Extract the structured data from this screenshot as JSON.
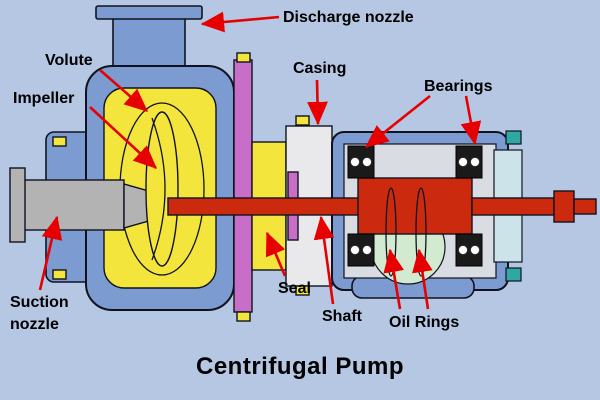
{
  "title": "Centrifugal Pump",
  "labels": {
    "discharge_nozzle": "Discharge nozzle",
    "volute": "Volute",
    "impeller": "Impeller",
    "casing": "Casing",
    "bearings": "Bearings",
    "seal": "Seal",
    "shaft": "Shaft",
    "oil_rings": "Oil Rings",
    "suction_nozzle": "Suction nozzle"
  },
  "colors": {
    "background": "#b5c7e3",
    "casing_blue": "#7b9bd1",
    "impeller_yellow": "#f4e53c",
    "joint_purple": "#c86ec8",
    "shaft_red": "#cc2a0e",
    "suction_gray": "#b3b3b3",
    "seal_white": "#e9e9ec",
    "housing_gray": "#d9dde3",
    "oil_ring_green": "#d2ead0",
    "bearing_cyan": "#cde3ea",
    "teal_accent": "#2ea8a4",
    "bearing_black": "#1a1a1a",
    "arrow_red": "#e60000",
    "label_text": "#000000"
  }
}
